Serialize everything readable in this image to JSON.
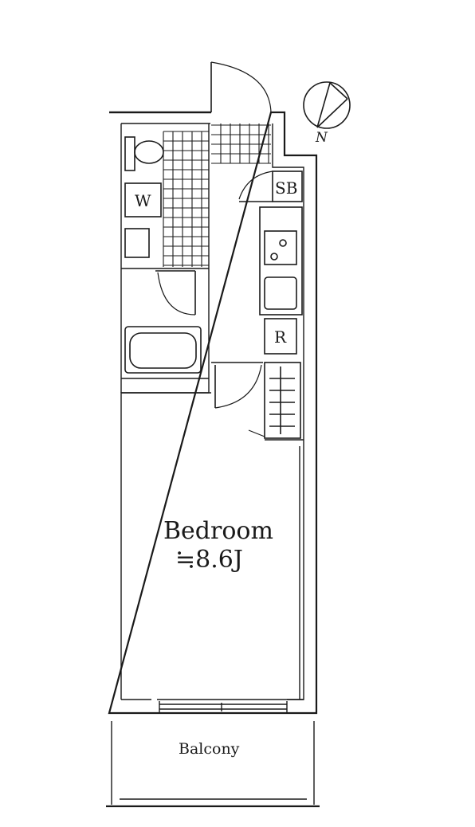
{
  "rooms": {
    "bedroom": {
      "name": "Bedroom",
      "area": "≒8.6J"
    },
    "balcony": {
      "name": "Balcony"
    },
    "shoe_box": {
      "label": "SB"
    },
    "refrigerator": {
      "label": "R"
    },
    "washer": {
      "label": "W"
    }
  },
  "compass": {
    "north_label": "N"
  }
}
